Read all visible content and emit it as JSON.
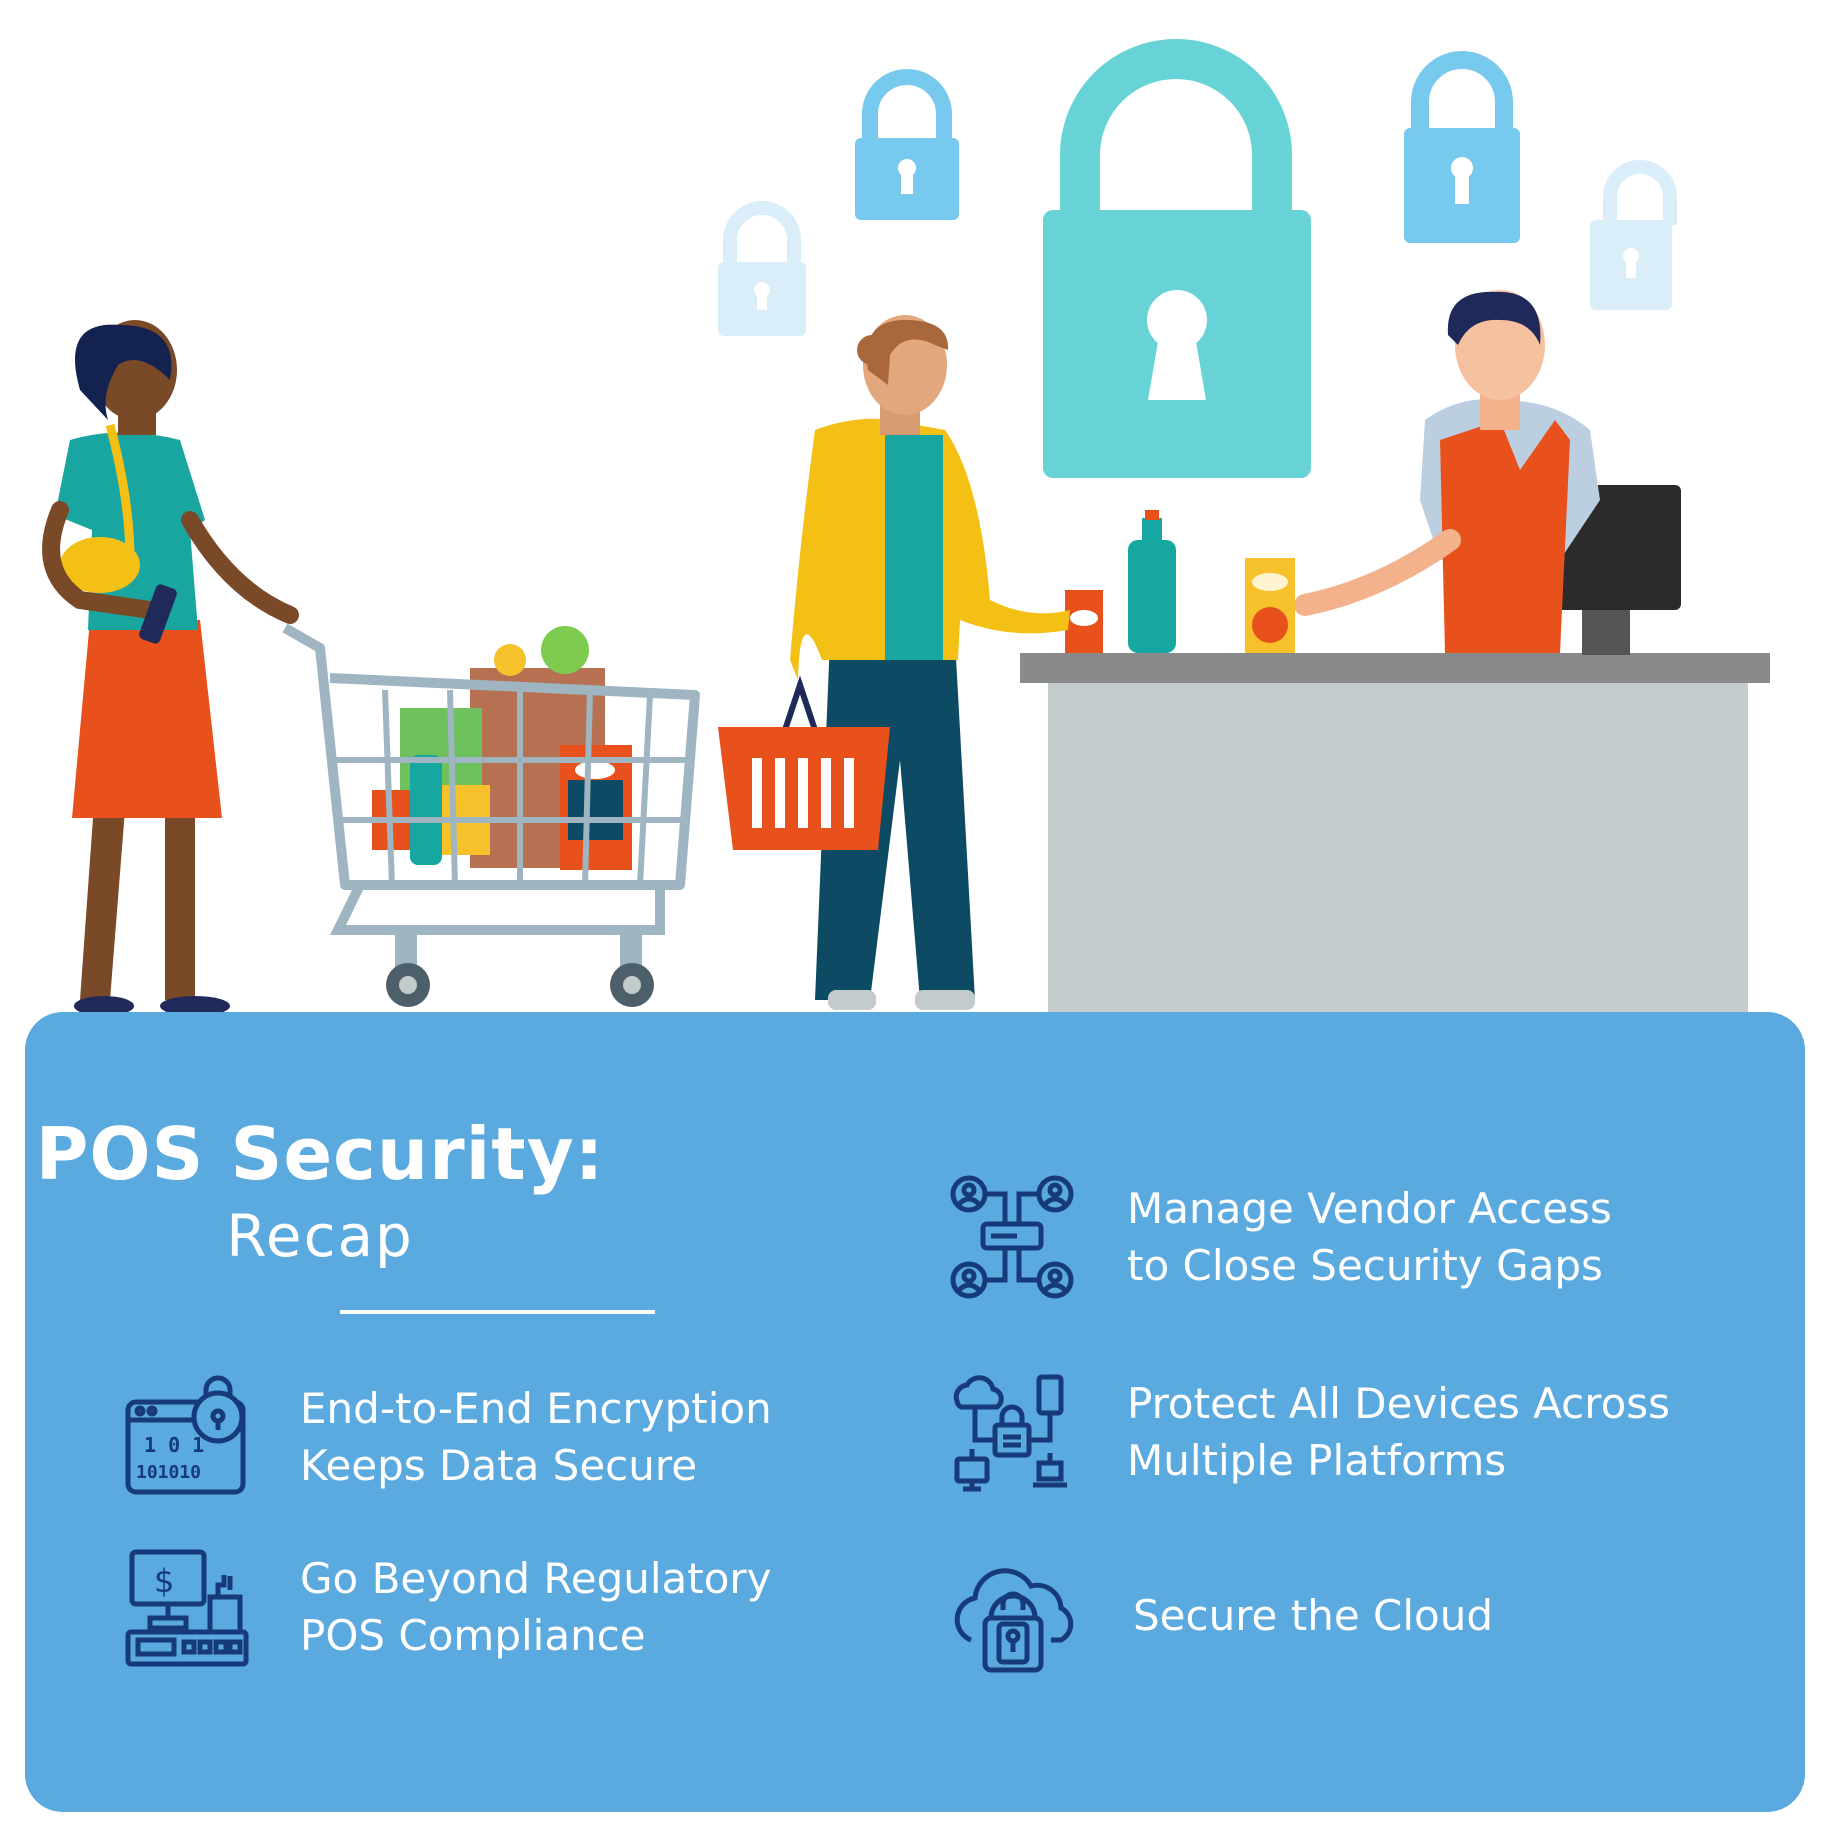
{
  "panel": {
    "title": "POS Security:",
    "subtitle": "Recap",
    "colors": {
      "panel_bg": "#5aa9df",
      "icon_stroke": "#163a7a",
      "text": "#ffffff"
    },
    "items": [
      {
        "icon": "encryption-lock-icon",
        "line1": "End-to-End Encryption",
        "line2": "Keeps Data Secure"
      },
      {
        "icon": "cash-register-icon",
        "line1": "Go Beyond Regulatory",
        "line2": "POS Compliance"
      },
      {
        "icon": "vendor-network-icon",
        "line1": "Manage Vendor Access",
        "line2": "to Close Security Gaps"
      },
      {
        "icon": "multi-device-lock-icon",
        "line1": "Protect All Devices Across",
        "line2": "Multiple Platforms"
      },
      {
        "icon": "cloud-lock-icon",
        "line1": "Secure the Cloud",
        "line2": ""
      }
    ]
  },
  "illustration": {
    "padlock_colors": {
      "big": "#67d3d7",
      "mid": "#78c9ee",
      "faint": "#d9eef8"
    }
  }
}
